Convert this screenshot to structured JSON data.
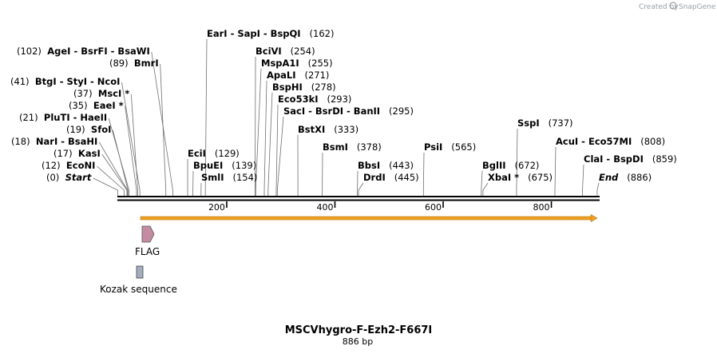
{
  "credit": {
    "prefix": "Created by",
    "brand": "SnapGene"
  },
  "title": "MSCVhygro-F-Ezh2-F667I",
  "subtitle": "886 bp",
  "ruler": {
    "ticks": [
      200,
      400,
      600,
      800
    ]
  },
  "features": [
    {
      "name": "FLAG",
      "color": "#c48ba1",
      "type": "arrow"
    },
    {
      "name": "Kozak sequence",
      "color": "#a4adbe",
      "type": "box"
    }
  ],
  "colors": {
    "orf": "#f0a020",
    "backbone": "#000000",
    "leader": "#6e6e6e"
  },
  "sites": [
    {
      "names": "Start",
      "pos": "(0)",
      "italic": true,
      "side": "left"
    },
    {
      "names": "EcoNI",
      "pos": "(12)",
      "side": "left"
    },
    {
      "names": "KasI",
      "pos": "(17)",
      "side": "left"
    },
    {
      "names": "NarI  -  BsaHI",
      "pos": "(18)",
      "side": "left"
    },
    {
      "names": "SfoI",
      "pos": "(19)",
      "side": "left"
    },
    {
      "names": "PluTI  -  HaeII",
      "pos": "(21)",
      "side": "left"
    },
    {
      "names": "EaeI *",
      "pos": "(35)",
      "side": "left"
    },
    {
      "names": "MscI *",
      "pos": "(37)",
      "side": "left"
    },
    {
      "names": "BtgI  -  StyI  -  NcoI",
      "pos": "(41)",
      "side": "left"
    },
    {
      "names": "BmrI",
      "pos": "(89)",
      "side": "left"
    },
    {
      "names": "AgeI  -  BsrFI  -  BsaWI",
      "pos": "(102)",
      "side": "left"
    },
    {
      "names": "EciI",
      "pos": "(129)",
      "side": "right"
    },
    {
      "names": "BpuEI",
      "pos": "(139)",
      "side": "right"
    },
    {
      "names": "SmlI",
      "pos": "(154)",
      "side": "right"
    },
    {
      "names": "EarI  -  SapI  -  BspQI",
      "pos": "(162)",
      "side": "right"
    },
    {
      "names": "BciVI",
      "pos": "(254)",
      "side": "right"
    },
    {
      "names": "MspA1I",
      "pos": "(255)",
      "side": "right"
    },
    {
      "names": "ApaLI",
      "pos": "(271)",
      "side": "right"
    },
    {
      "names": "BspHI",
      "pos": "(278)",
      "side": "right"
    },
    {
      "names": "Eco53kI",
      "pos": "(293)",
      "side": "right"
    },
    {
      "names": "SacI  -  BsrDI  -  BanII",
      "pos": "(295)",
      "side": "right"
    },
    {
      "names": "BstXI",
      "pos": "(333)",
      "side": "right"
    },
    {
      "names": "BsmI",
      "pos": "(378)",
      "side": "right"
    },
    {
      "names": "BbsI",
      "pos": "(443)",
      "side": "right"
    },
    {
      "names": "DrdI",
      "pos": "(445)",
      "side": "right"
    },
    {
      "names": "PsiI",
      "pos": "(565)",
      "side": "right"
    },
    {
      "names": "BglII",
      "pos": "(672)",
      "side": "right"
    },
    {
      "names": "XbaI *",
      "pos": "(675)",
      "side": "right"
    },
    {
      "names": "SspI",
      "pos": "(737)",
      "side": "right"
    },
    {
      "names": "AcuI  -  Eco57MI",
      "pos": "(808)",
      "side": "right"
    },
    {
      "names": "ClaI  -  BspDI",
      "pos": "(859)",
      "side": "right"
    },
    {
      "names": "End",
      "pos": "(886)",
      "italic": true,
      "side": "right"
    }
  ]
}
